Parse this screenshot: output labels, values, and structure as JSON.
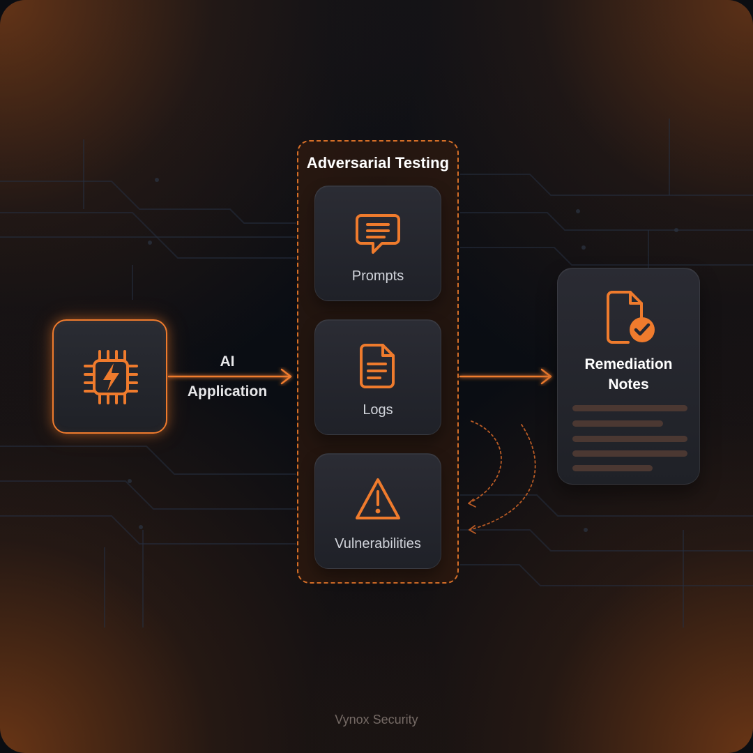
{
  "diagram": {
    "source_node": {
      "label_line_1": "AI",
      "label_line_2": "Application",
      "icon": "cpu-bolt-icon"
    },
    "group": {
      "title": "Adversarial Testing",
      "items": [
        {
          "label": "Prompts",
          "icon": "chat-bubble-icon"
        },
        {
          "label": "Logs",
          "icon": "document-icon"
        },
        {
          "label": "Vulnerabilities",
          "icon": "warning-triangle-icon"
        }
      ]
    },
    "target_node": {
      "title_line_1": "Remediation",
      "title_line_2": "Notes",
      "icon": "document-check-icon"
    }
  },
  "footer": {
    "text": "Vynox Security"
  },
  "colors": {
    "accent": "#ef7b2d",
    "background": "#0b0d12",
    "card": "#252730",
    "text": "#ffffff",
    "muted_text": "#d1d4db"
  }
}
